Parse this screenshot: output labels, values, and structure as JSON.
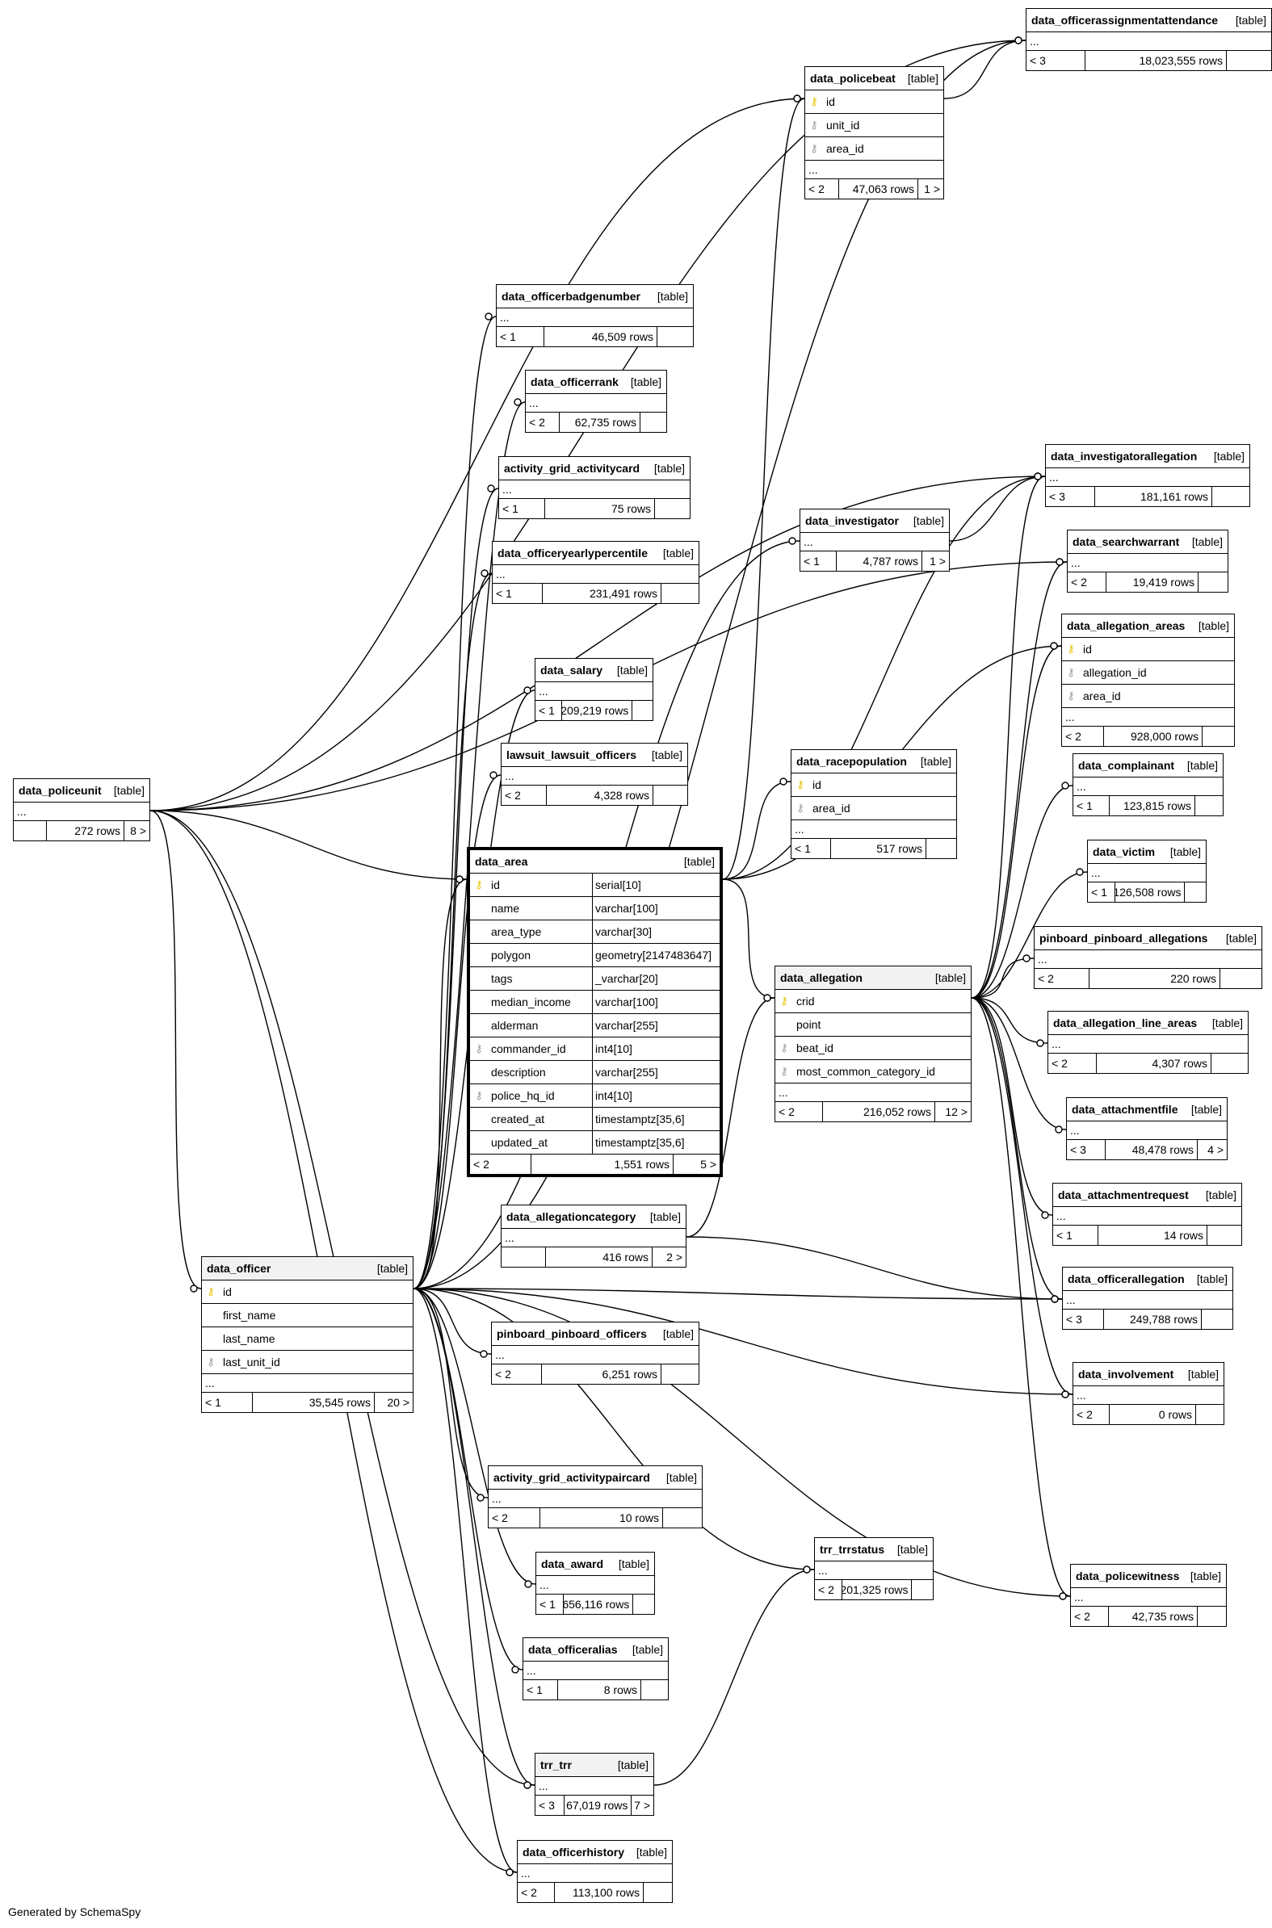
{
  "footer": "Generated by SchemaSpy",
  "tag": "[table]",
  "tables": {
    "officerassignmentattendance": {
      "name": "data_officerassignmentattendance",
      "parents": "< 3",
      "rows": "18,023,555 rows",
      "children": ""
    },
    "policebeat": {
      "name": "data_policebeat",
      "columns": [
        {
          "name": "id",
          "key": "pk"
        },
        {
          "name": "unit_id",
          "key": "fk"
        },
        {
          "name": "area_id",
          "key": "fk"
        }
      ],
      "parents": "< 2",
      "rows": "47,063 rows",
      "children": "1 >"
    },
    "officerbadgenumber": {
      "name": "data_officerbadgenumber",
      "parents": "< 1",
      "rows": "46,509 rows",
      "children": ""
    },
    "officerrank": {
      "name": "data_officerrank",
      "parents": "< 2",
      "rows": "62,735 rows",
      "children": ""
    },
    "activitycard": {
      "name": "activity_grid_activitycard",
      "parents": "< 1",
      "rows": "75 rows",
      "children": ""
    },
    "officeryearlypercentile": {
      "name": "data_officeryearlypercentile",
      "parents": "< 1",
      "rows": "231,491 rows",
      "children": ""
    },
    "investigatorallegation": {
      "name": "data_investigatorallegation",
      "parents": "< 3",
      "rows": "181,161 rows",
      "children": ""
    },
    "investigator": {
      "name": "data_investigator",
      "parents": "< 1",
      "rows": "4,787 rows",
      "children": "1 >"
    },
    "searchwarrant": {
      "name": "data_searchwarrant",
      "parents": "< 2",
      "rows": "19,419 rows",
      "children": ""
    },
    "allegation_areas": {
      "name": "data_allegation_areas",
      "columns": [
        {
          "name": "id",
          "key": "pk"
        },
        {
          "name": "allegation_id",
          "key": "fk"
        },
        {
          "name": "area_id",
          "key": "fk"
        }
      ],
      "parents": "< 2",
      "rows": "928,000 rows",
      "children": ""
    },
    "salary": {
      "name": "data_salary",
      "parents": "< 1",
      "rows": "209,219 rows",
      "children": ""
    },
    "lawsuit_officers": {
      "name": "lawsuit_lawsuit_officers",
      "parents": "< 2",
      "rows": "4,328 rows",
      "children": ""
    },
    "complainant": {
      "name": "data_complainant",
      "parents": "< 1",
      "rows": "123,815 rows",
      "children": ""
    },
    "racepopulation": {
      "name": "data_racepopulation",
      "columns": [
        {
          "name": "id",
          "key": "pk"
        },
        {
          "name": "area_id",
          "key": "fk"
        }
      ],
      "parents": "< 1",
      "rows": "517 rows",
      "children": ""
    },
    "policeunit": {
      "name": "data_policeunit",
      "parents": "",
      "rows": "272 rows",
      "children": "8 >"
    },
    "victim": {
      "name": "data_victim",
      "parents": "< 1",
      "rows": "126,508 rows",
      "children": ""
    },
    "area": {
      "name": "data_area",
      "columns": [
        {
          "name": "id",
          "type": "serial[10]",
          "key": "pk"
        },
        {
          "name": "name",
          "type": "varchar[100]",
          "key": ""
        },
        {
          "name": "area_type",
          "type": "varchar[30]",
          "key": ""
        },
        {
          "name": "polygon",
          "type": "geometry[2147483647]",
          "key": ""
        },
        {
          "name": "tags",
          "type": "_varchar[20]",
          "key": ""
        },
        {
          "name": "median_income",
          "type": "varchar[100]",
          "key": ""
        },
        {
          "name": "alderman",
          "type": "varchar[255]",
          "key": ""
        },
        {
          "name": "commander_id",
          "type": "int4[10]",
          "key": "fk"
        },
        {
          "name": "description",
          "type": "varchar[255]",
          "key": ""
        },
        {
          "name": "police_hq_id",
          "type": "int4[10]",
          "key": "fk"
        },
        {
          "name": "created_at",
          "type": "timestamptz[35,6]",
          "key": ""
        },
        {
          "name": "updated_at",
          "type": "timestamptz[35,6]",
          "key": ""
        }
      ],
      "parents": "< 2",
      "rows": "1,551 rows",
      "children": "5 >"
    },
    "pinboard_allegations": {
      "name": "pinboard_pinboard_allegations",
      "parents": "< 2",
      "rows": "220 rows",
      "children": ""
    },
    "allegation": {
      "name": "data_allegation",
      "columns": [
        {
          "name": "crid",
          "key": "pk"
        },
        {
          "name": "point",
          "key": ""
        },
        {
          "name": "beat_id",
          "key": "fk"
        },
        {
          "name": "most_common_category_id",
          "key": "fk"
        }
      ],
      "parents": "< 2",
      "rows": "216,052 rows",
      "children": "12 >"
    },
    "allegation_line_areas": {
      "name": "data_allegation_line_areas",
      "parents": "< 2",
      "rows": "4,307 rows",
      "children": ""
    },
    "attachmentfile": {
      "name": "data_attachmentfile",
      "parents": "< 3",
      "rows": "48,478 rows",
      "children": "4 >"
    },
    "attachmentrequest": {
      "name": "data_attachmentrequest",
      "parents": "< 1",
      "rows": "14 rows",
      "children": ""
    },
    "allegationcategory": {
      "name": "data_allegationcategory",
      "parents": "",
      "rows": "416 rows",
      "children": "2 >"
    },
    "officer": {
      "name": "data_officer",
      "columns": [
        {
          "name": "id",
          "key": "pk"
        },
        {
          "name": "first_name",
          "key": ""
        },
        {
          "name": "last_name",
          "key": ""
        },
        {
          "name": "last_unit_id",
          "key": "fk"
        }
      ],
      "parents": "< 1",
      "rows": "35,545 rows",
      "children": "20 >"
    },
    "officerallegation": {
      "name": "data_officerallegation",
      "parents": "< 3",
      "rows": "249,788 rows",
      "children": ""
    },
    "pinboard_officers": {
      "name": "pinboard_pinboard_officers",
      "parents": "< 2",
      "rows": "6,251 rows",
      "children": ""
    },
    "involvement": {
      "name": "data_involvement",
      "parents": "< 2",
      "rows": "0 rows",
      "children": ""
    },
    "activitypaircard": {
      "name": "activity_grid_activitypaircard",
      "parents": "< 2",
      "rows": "10 rows",
      "children": ""
    },
    "trrstatus": {
      "name": "trr_trrstatus",
      "parents": "< 2",
      "rows": "201,325 rows",
      "children": ""
    },
    "award": {
      "name": "data_award",
      "parents": "< 1",
      "rows": "656,116 rows",
      "children": ""
    },
    "policewitness": {
      "name": "data_policewitness",
      "parents": "< 2",
      "rows": "42,735 rows",
      "children": ""
    },
    "officeralias": {
      "name": "data_officeralias",
      "parents": "< 1",
      "rows": "8 rows",
      "children": ""
    },
    "trr": {
      "name": "trr_trr",
      "parents": "< 3",
      "rows": "67,019 rows",
      "children": "7 >"
    },
    "officerhistory": {
      "name": "data_officerhistory",
      "parents": "< 2",
      "rows": "113,100 rows",
      "children": ""
    }
  }
}
